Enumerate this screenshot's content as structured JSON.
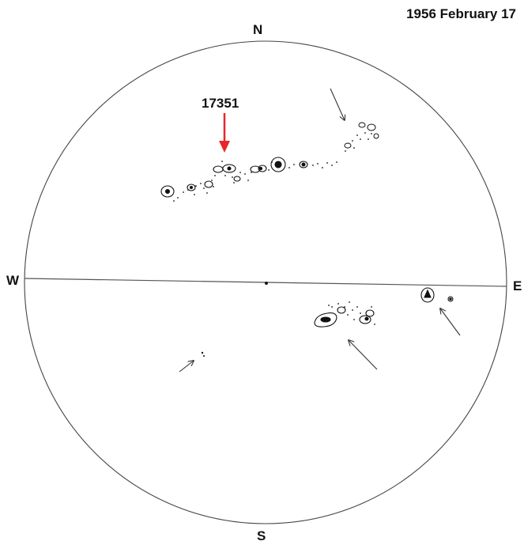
{
  "date": "1956 February 17",
  "directions": {
    "north": "N",
    "south": "S",
    "west": "W",
    "east": "E"
  },
  "region_label": "17351",
  "colors": {
    "ink": "#111111",
    "highlight_arrow": "#e8262a"
  },
  "icons": [
    "red-arrow-icon",
    "pointer-arrow-icon",
    "sunspot-group-icon"
  ]
}
